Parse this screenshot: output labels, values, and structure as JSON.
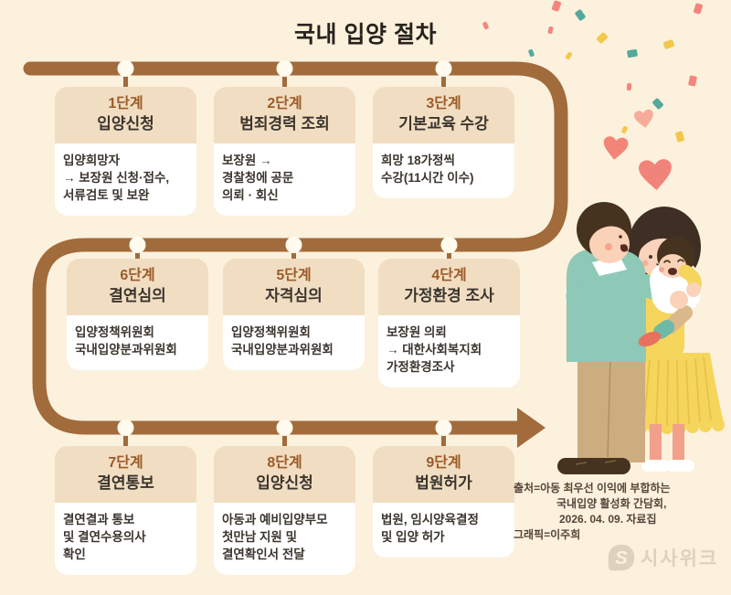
{
  "title": "국내 입양 절차",
  "steps": [
    {
      "num": "1단계",
      "name": "입양신청",
      "desc": "입양희망자\n→ 보장원 신청·접수,\n서류검토 및 보완"
    },
    {
      "num": "2단계",
      "name": "범죄경력 조회",
      "desc": "보장원 →\n경찰청에 공문\n의뢰 · 회신"
    },
    {
      "num": "3단계",
      "name": "기본교육 수강",
      "desc": "희망 18가정씩\n수강(11시간 이수)"
    },
    {
      "num": "4단계",
      "name": "가정환경 조사",
      "desc": "보장원 의뢰\n→ 대한사회복지회\n가정환경조사"
    },
    {
      "num": "5단계",
      "name": "자격심의",
      "desc": "입양정책위원회\n국내입양분과위원회"
    },
    {
      "num": "6단계",
      "name": "결연심의",
      "desc": "입양정책위원회\n국내입양분과위원회"
    },
    {
      "num": "7단계",
      "name": "결연통보",
      "desc": "결연결과 통보\n및 결연수용의사\n확인"
    },
    {
      "num": "8단계",
      "name": "입양신청",
      "desc": "아동과 예비입양부모\n첫만남 지원 및\n결연확인서 전달"
    },
    {
      "num": "9단계",
      "name": "법원허가",
      "desc": "법원, 임시양육결정\n및 입양 허가"
    }
  ],
  "source": {
    "line1": "출처=아동 최우선 이익에 부합하는",
    "line2": "국내입양 활성화 간담회,",
    "line3": "2026. 04. 09. 자료집",
    "credit": "그래픽=이주희"
  },
  "watermark": {
    "logo_letter": "S",
    "brand": "시사위크"
  },
  "colors": {
    "background": "#FCF1DC",
    "flow_path_brown": "#A26B3C",
    "card_header_tan": "#F1DEC2",
    "card_body_white": "#FFFFFF",
    "step_number_brown": "#9C5B28",
    "text_dark": "#3B352E",
    "source_text": "#54453A",
    "heart_pink": "#F0837A",
    "heart_light_pink": "#F7AC9B",
    "confetti_salmon": "#F2867D",
    "confetti_teal": "#55A99C",
    "confetti_yellow": "#F2C84B",
    "watermark_beige": "#DCD2BD"
  }
}
